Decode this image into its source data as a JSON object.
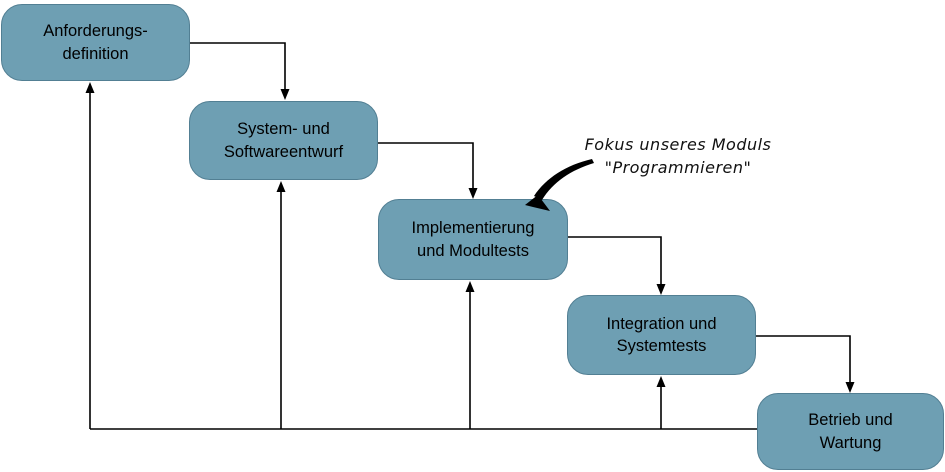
{
  "diagram": {
    "type": "waterfall-model-flowchart",
    "stages": [
      {
        "label": "Anforderungs-\ndefinition"
      },
      {
        "label": "System- und\nSoftwareentwurf"
      },
      {
        "label": "Implementierung\nund Modultests"
      },
      {
        "label": "Integration und\nSystemtests"
      },
      {
        "label": "Betrieb und\nWartung"
      }
    ],
    "annotation": {
      "line1": "Fokus unseres Moduls",
      "line2": "\"Programmieren\""
    },
    "colors": {
      "box_fill": "#6e9fb3",
      "box_border": "#527f93",
      "line": "#000000",
      "background": "#ffffff"
    }
  }
}
